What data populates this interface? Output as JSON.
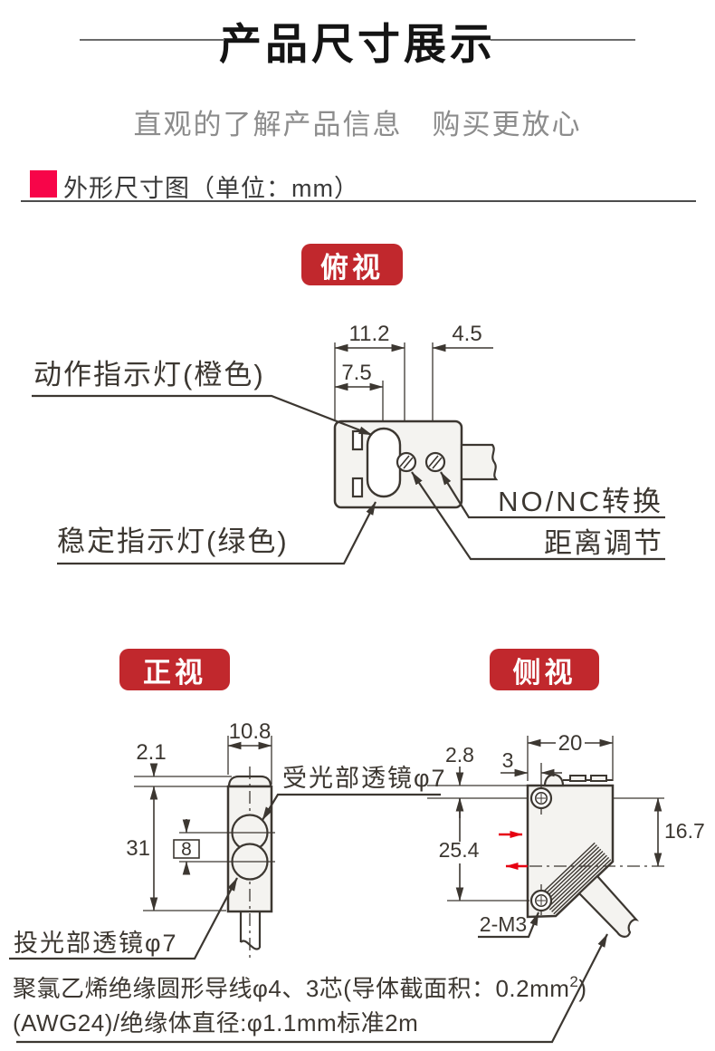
{
  "header": {
    "title": "产品尺寸展示",
    "subtitle": "直观的了解产品信息　购买更放心"
  },
  "section": {
    "title": "外形尺寸图（单位：mm）"
  },
  "views": {
    "top": "俯视",
    "front": "正视",
    "side": "侧视"
  },
  "top_view": {
    "dim_body_to_screw1": "11.2",
    "dim_screw_spacing": "4.5",
    "dim_body_to_led": "7.5",
    "label_action_led": "动作指示灯(橙色)",
    "label_stable_led": "稳定指示灯(绿色)",
    "label_no_nc": "NO/NC转换",
    "label_distance": "距离调节"
  },
  "front_view": {
    "dim_width": "10.8",
    "dim_top": "2.1",
    "dim_height": "31",
    "dim_lens_gap": "8",
    "label_receiver_lens": "受光部透镜φ7",
    "label_emitter_lens": "投光部透镜φ7"
  },
  "side_view": {
    "dim_depth": "20",
    "dim_top": "2.8",
    "dim_screw_offset": "3",
    "dim_height": "25.4",
    "dim_axis_height": "16.7",
    "label_screws": "2-M3"
  },
  "footnote": {
    "line1_main": "聚氯乙烯绝缘圆形导线φ4、3芯(导体截面积：0.2mm",
    "line1_sup": "2",
    "line1_close": ")",
    "line2": "(AWG24)/绝缘体直径:φ1.1mm标准2m"
  },
  "colors": {
    "accent": "#f70549",
    "badge": "#c1282d",
    "ink": "#3c3731",
    "red": "#e60012"
  }
}
